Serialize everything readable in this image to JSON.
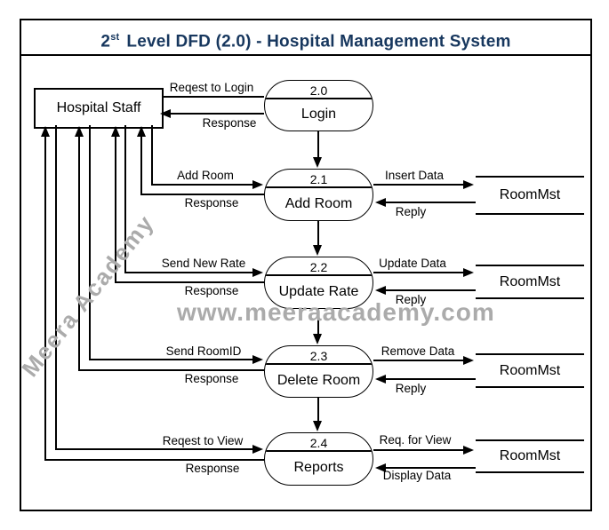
{
  "title": {
    "number": "2",
    "superscript": "st",
    "text": "Level DFD (2.0) - Hospital Management System"
  },
  "entities": {
    "hospital_staff": "Hospital Staff"
  },
  "processes": [
    {
      "number": "2.0",
      "name": "Login"
    },
    {
      "number": "2.1",
      "name": "Add Room"
    },
    {
      "number": "2.2",
      "name": "Update Rate"
    },
    {
      "number": "2.3",
      "name": "Delete Room"
    },
    {
      "number": "2.4",
      "name": "Reports"
    }
  ],
  "datastores": [
    {
      "name": "RoomMst"
    },
    {
      "name": "RoomMst"
    },
    {
      "name": "RoomMst"
    },
    {
      "name": "RoomMst"
    }
  ],
  "flows": {
    "login_request": "Reqest to Login",
    "login_response": "Response",
    "add_room_request": "Add Room",
    "add_room_response": "Response",
    "add_room_store_out": "Insert Data",
    "add_room_store_in": "Reply",
    "update_rate_request": "Send New Rate",
    "update_rate_response": "Response",
    "update_rate_store_out": "Update Data",
    "update_rate_store_in": "Reply",
    "delete_room_request": "Send RoomID",
    "delete_room_response": "Response",
    "delete_room_store_out": "Remove Data",
    "delete_room_store_in": "Reply",
    "reports_request": "Reqest to View",
    "reports_response": "Response",
    "reports_store_out": "Req. for View",
    "reports_store_in": "Display Data"
  },
  "watermarks": {
    "site": "www.meeraacademy.com",
    "brand": "Meera Academy"
  },
  "colors": {
    "title": "#17375E",
    "line": "#000000",
    "watermark": "#ABABAB",
    "background": "#FFFFFF"
  }
}
